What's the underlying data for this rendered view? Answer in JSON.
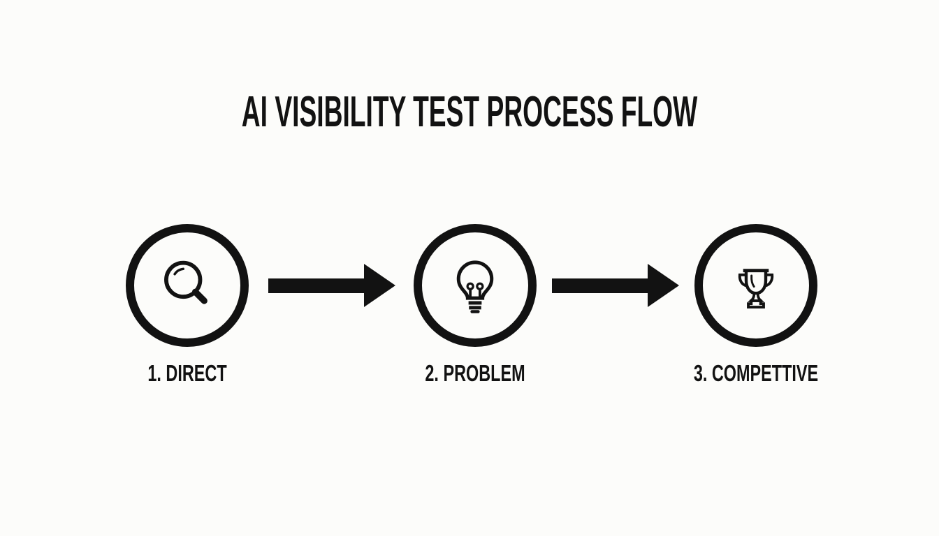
{
  "title": "AI VISIBILITY TEST PROCESS FLOW",
  "colors": {
    "background": "#FCFCFA",
    "ink": "#121212"
  },
  "steps": [
    {
      "label": "1. DIRECT",
      "icon": "search-icon"
    },
    {
      "label": "2. PROBLEM",
      "icon": "lightbulb-icon"
    },
    {
      "label": "3. COMPETTIVE",
      "icon": "trophy-icon"
    }
  ],
  "arrows": [
    {
      "direction": "right"
    },
    {
      "direction": "right"
    }
  ]
}
